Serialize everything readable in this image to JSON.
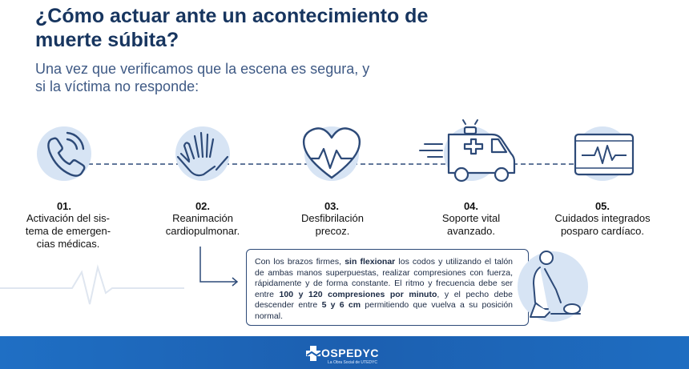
{
  "header": {
    "title": "¿Cómo actuar ante un acontecimiento de muerte súbita?",
    "subtitle": "Una vez que verificamos que la escena es segura, y si la víctima no responde:"
  },
  "steps": [
    {
      "number": "01.",
      "lines": [
        "Activación del sis-",
        "tema de emergen-",
        "cias médicas."
      ],
      "icon": "phone-icon"
    },
    {
      "number": "02.",
      "lines": [
        "Reanimación",
        "cardiopulmonar."
      ],
      "icon": "hands-cpr-icon"
    },
    {
      "number": "03.",
      "lines": [
        "Desfibrilación",
        "precoz."
      ],
      "icon": "heart-pulse-icon"
    },
    {
      "number": "04.",
      "lines": [
        "Soporte vital",
        "avanzado."
      ],
      "icon": "ambulance-icon"
    },
    {
      "number": "05.",
      "lines": [
        "Cuidados integrados",
        "posparo cardíaco."
      ],
      "icon": "monitor-icon"
    }
  ],
  "detail": {
    "intro": "Con los brazos firmes,",
    "bold1": "sin flexionar",
    "mid1": "los codos y utilizando el talón de ambas manos superpuestas, realizar compresiones con fuerza, rápidamente y de forma constante. El ritmo y frecuencia debe ser entre",
    "bold2": "100 y 120 compresiones por minuto",
    "mid2": ", y el pecho debe descender entre",
    "bold3": "5 y 6 cm",
    "end": "permitiendo que vuelva a su posición normal."
  },
  "footer": {
    "brand": "OSPEDYC",
    "tagline": "La Obra Social de UTEDYC"
  },
  "colors": {
    "title": "#17355f",
    "subtitle": "#3f5a85",
    "icon_stroke": "#2d4a78",
    "icon_circle": "#d7e4f4",
    "footer": "#1c5fb0"
  }
}
